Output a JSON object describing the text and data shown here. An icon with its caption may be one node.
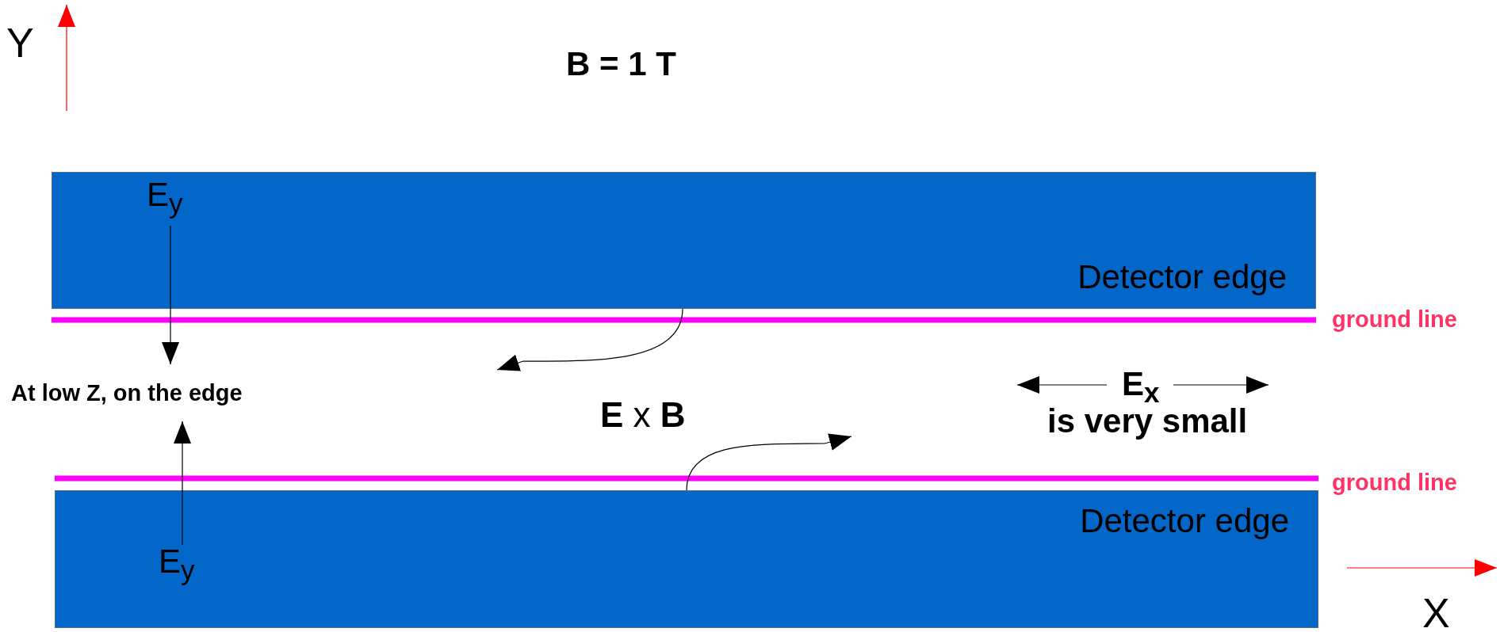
{
  "diagram": {
    "nodes": [
      {
        "text": [
          "Detector edge"
        ]
      },
      {
        "text": [
          "E$_{y}$"
        ],
        "in": 0
      },
      {
        "text": [
          "At low Z, on the edge"
        ]
      },
      {
        "text": [
          "Detector edge"
        ]
      },
      {
        "text": [
          "E$_{y}$"
        ],
        "in": 3
      }
    ],
    "edges": [
      {
        "from": 1,
        "to": 2,
        "arrow": "to"
      },
      {
        "from": 4,
        "to": 2,
        "arrow": "to"
      },
      {
        "from": 0,
        "to": null,
        "arrow": "to"
      },
      {
        "from": 3,
        "to": null,
        "arrow": "to"
      }
    ],
    "labels": [
      "Y",
      "B = 1 T",
      "ground line",
      "E$_{x}$",
      "is very small",
      "**E** x **B**",
      "ground line",
      "X"
    ]
  }
}
